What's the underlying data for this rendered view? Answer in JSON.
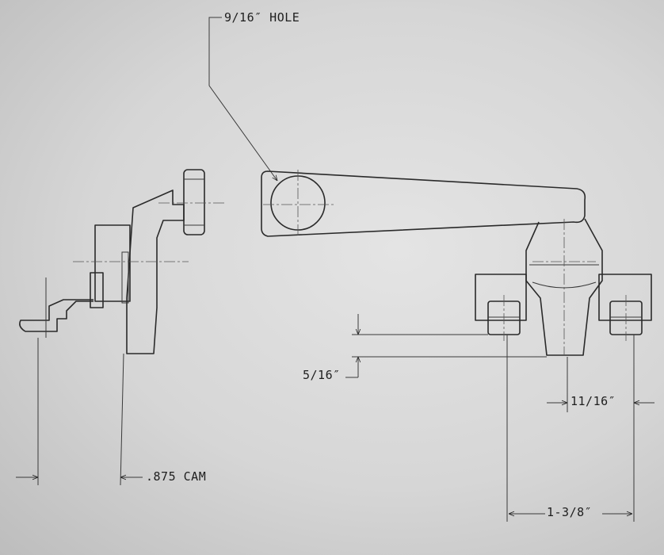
{
  "drawing": {
    "labels": {
      "hole": "9/16″ HOLE",
      "height": "5/16″",
      "neck_width": "11/16″",
      "cam": ".875 CAM",
      "post_spacing": "1-3/8″"
    }
  }
}
